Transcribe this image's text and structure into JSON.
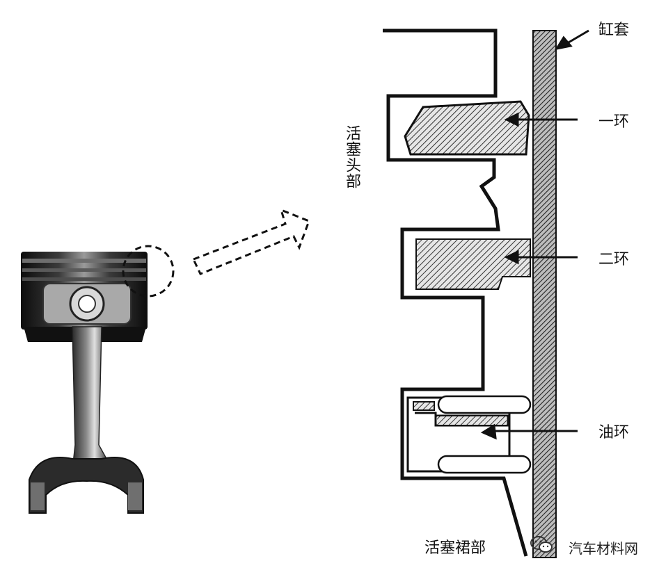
{
  "labels": {
    "cylinder_liner": "缸套",
    "ring_first": "一环",
    "ring_second": "二环",
    "ring_oil": "油环",
    "piston_head": "活塞头部",
    "piston_skirt": "活塞裙部"
  },
  "watermark": {
    "text": "汽车材料网",
    "icon": "wechat-icon"
  },
  "colors": {
    "line": "#111111",
    "hatch": "#333333",
    "background": "#ffffff"
  }
}
